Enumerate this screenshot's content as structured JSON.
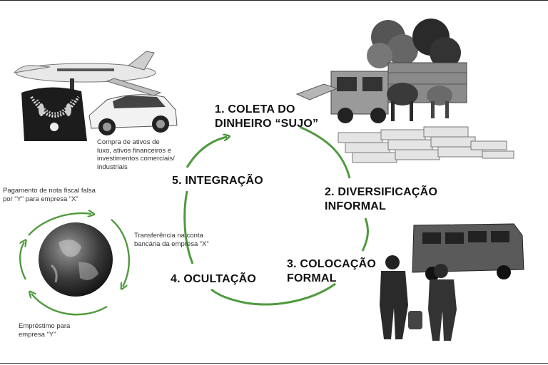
{
  "stages": {
    "s1": [
      "1. COLETA DO",
      "DINHEIRO “SUJO”"
    ],
    "s2": [
      "2. DIVERSIFICAÇÃO",
      "INFORMAL"
    ],
    "s3": [
      "3. COLOCAÇÃO",
      "FORMAL"
    ],
    "s4": "4. OCULTAÇÃO",
    "s5": "5. INTEGRAÇÃO"
  },
  "notes": {
    "luxury": [
      "Compra de ativos de",
      "luxo, ativos financeiros e",
      "investimentos comerciais/",
      "industriais"
    ],
    "invoice": [
      "Pagamento de nota fiscal falsa",
      "por “Y” para empresa “X”"
    ],
    "transfer": [
      "Transferência na conta",
      "bancária da empresa “X”"
    ],
    "loan": [
      "Empréstimo para",
      "empresa “Y”"
    ]
  },
  "colors": {
    "arrow": "#4f9a3e",
    "text": "#111111",
    "note": "#333333"
  },
  "pictures": {
    "luxury": "jet-car-jewelry-photo",
    "cash_truck": "truck-cattle-cash-photo",
    "armored": "armored-van-guards-photo",
    "globe": "earth-globe-photo"
  }
}
